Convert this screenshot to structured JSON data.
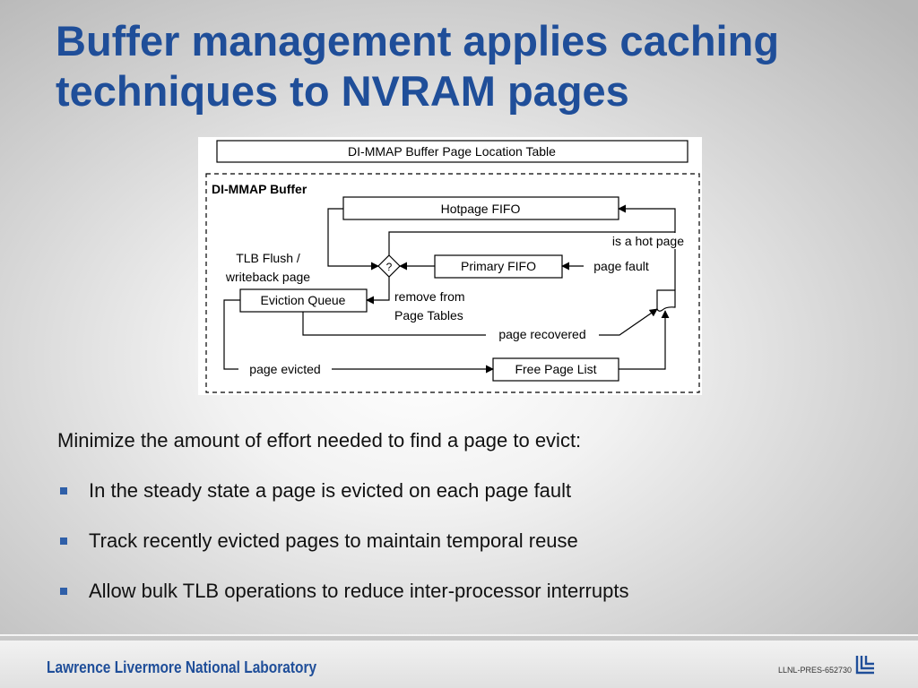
{
  "slide": {
    "title_lines": [
      "Buffer management applies caching",
      "techniques to NVRAM pages"
    ],
    "intro": "Minimize the amount of effort needed to find a page to evict:",
    "bullets": [
      "In the steady state a page is evicted on each page fault",
      "Track recently evicted pages to maintain temporal reuse",
      "Allow bulk TLB operations to reduce inter-processor interrupts"
    ],
    "accent_color": "#1f4e99",
    "bullet_color": "#2f5fa8"
  },
  "diagram": {
    "location_table": "DI-MMAP Buffer Page Location Table",
    "buffer_label": "DI-MMAP Buffer",
    "hotpage_fifo": "Hotpage FIFO",
    "primary_fifo": "Primary FIFO",
    "eviction_queue": "Eviction Queue",
    "free_page_list": "Free Page List",
    "decision": "?",
    "is_hot_page": "is a hot page",
    "page_fault": "page fault",
    "tlb_flush_line1": "TLB Flush /",
    "tlb_flush_line2": "writeback page",
    "remove_line1": "remove from",
    "remove_line2": "Page Tables",
    "page_recovered": "page recovered",
    "page_evicted": "page evicted"
  },
  "footer": {
    "lab_name": "Lawrence Livermore National Laboratory",
    "doc_id": "LLNL-PRES-652730",
    "logo": "llnl-logo"
  }
}
